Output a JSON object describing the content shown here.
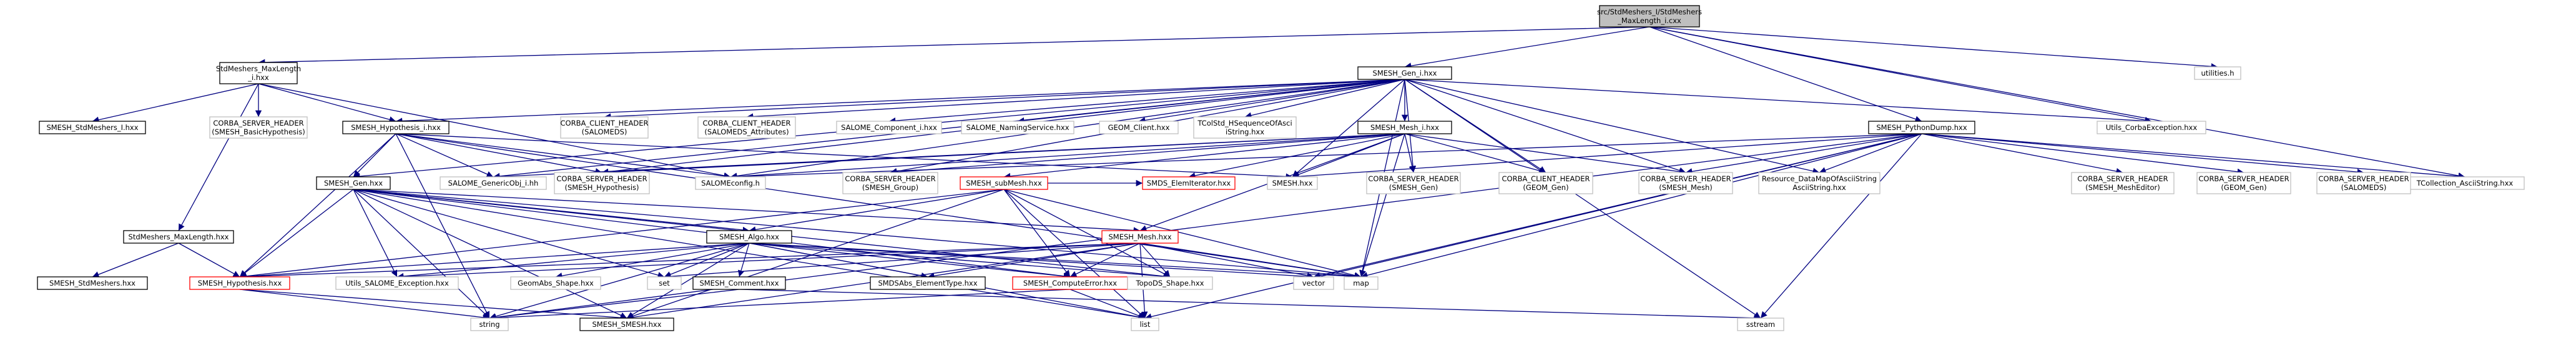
{
  "diagram": {
    "type": "include-dependency-graph",
    "root": "root",
    "nodes": [
      {
        "id": "root",
        "lines": [
          "src/StdMeshers_I/StdMeshers",
          "_MaxLength_i.cxx"
        ],
        "style": "root"
      },
      {
        "id": "maxlen_i_hxx",
        "lines": [
          "StdMeshers_MaxLength",
          "_i.hxx"
        ],
        "style": "normal"
      },
      {
        "id": "gen_i",
        "lines": [
          "SMESH_Gen_i.hxx"
        ],
        "style": "normal"
      },
      {
        "id": "utilities",
        "lines": [
          "utilities.h"
        ],
        "style": "plain"
      },
      {
        "id": "pydump",
        "lines": [
          "SMESH_PythonDump.hxx"
        ],
        "style": "normal"
      },
      {
        "id": "stdmeshers_i",
        "lines": [
          "SMESH_StdMeshers_I.hxx"
        ],
        "style": "normal"
      },
      {
        "id": "corba_basichyp",
        "lines": [
          "CORBA_SERVER_HEADER",
          "(SMESH_BasicHypothesis)"
        ],
        "style": "plain"
      },
      {
        "id": "hyp_i",
        "lines": [
          "SMESH_Hypothesis_i.hxx"
        ],
        "style": "normal"
      },
      {
        "id": "cc_salomeds",
        "lines": [
          "CORBA_CLIENT_HEADER",
          "(SALOMEDS)"
        ],
        "style": "plain"
      },
      {
        "id": "cc_salomeds_attr",
        "lines": [
          "CORBA_CLIENT_HEADER",
          "(SALOMEDS_Attributes)"
        ],
        "style": "plain"
      },
      {
        "id": "salome_comp_i",
        "lines": [
          "SALOME_Component_i.hxx"
        ],
        "style": "plain"
      },
      {
        "id": "salome_naming",
        "lines": [
          "SALOME_NamingService.hxx"
        ],
        "style": "plain"
      },
      {
        "id": "geom_client",
        "lines": [
          "GEOM_Client.hxx"
        ],
        "style": "plain"
      },
      {
        "id": "tcoll_hseq",
        "lines": [
          "TColStd_HSequenceOfAsci",
          "iString.hxx"
        ],
        "style": "plain"
      },
      {
        "id": "utils_corba",
        "lines": [
          "Utils_CorbaException.hxx"
        ],
        "style": "plain"
      },
      {
        "id": "mesh_i",
        "lines": [
          "SMESH_Mesh_i.hxx"
        ],
        "style": "normal"
      },
      {
        "id": "tcoll_asciistr",
        "lines": [
          "TCollection_AsciiString.hxx"
        ],
        "style": "plain"
      },
      {
        "id": "gen_hxx",
        "lines": [
          "SMESH_Gen.hxx"
        ],
        "style": "normal"
      },
      {
        "id": "generic_obj_i",
        "lines": [
          "SALOME_GenericObj_i.hh"
        ],
        "style": "plain"
      },
      {
        "id": "cs_hypothesis",
        "lines": [
          "CORBA_SERVER_HEADER",
          "(SMESH_Hypothesis)"
        ],
        "style": "plain"
      },
      {
        "id": "salomeconfig",
        "lines": [
          "SALOMEconfig.h"
        ],
        "style": "plain"
      },
      {
        "id": "cs_group",
        "lines": [
          "CORBA_SERVER_HEADER",
          "(SMESH_Group)"
        ],
        "style": "plain"
      },
      {
        "id": "submesh",
        "lines": [
          "SMESH_subMesh.hxx"
        ],
        "style": "red"
      },
      {
        "id": "smds_elemiter",
        "lines": [
          "SMDS_ElemIterator.hxx"
        ],
        "style": "red"
      },
      {
        "id": "smesh_hxx",
        "lines": [
          "SMESH.hxx"
        ],
        "style": "plain"
      },
      {
        "id": "cs_gen",
        "lines": [
          "CORBA_SERVER_HEADER",
          "(SMESH_Gen)"
        ],
        "style": "plain"
      },
      {
        "id": "cc_geom_gen",
        "lines": [
          "CORBA_CLIENT_HEADER",
          "(GEOM_Gen)"
        ],
        "style": "plain"
      },
      {
        "id": "cs_mesh",
        "lines": [
          "CORBA_SERVER_HEADER",
          "(SMESH_Mesh)"
        ],
        "style": "plain"
      },
      {
        "id": "resource_dm",
        "lines": [
          "Resource_DataMapOfAsciiString",
          "AsciiString.hxx"
        ],
        "style": "plain"
      },
      {
        "id": "cs_mesheditor",
        "lines": [
          "CORBA_SERVER_HEADER",
          "(SMESH_MeshEditor)"
        ],
        "style": "plain"
      },
      {
        "id": "cs_geom_gen",
        "lines": [
          "CORBA_SERVER_HEADER",
          "(GEOM_Gen)"
        ],
        "style": "plain"
      },
      {
        "id": "cs_salomeds",
        "lines": [
          "CORBA_SERVER_HEADER",
          "(SALOMEDS)"
        ],
        "style": "plain"
      },
      {
        "id": "stdm_maxlen",
        "lines": [
          "StdMeshers_MaxLength.hxx"
        ],
        "style": "normal"
      },
      {
        "id": "algo",
        "lines": [
          "SMESH_Algo.hxx"
        ],
        "style": "normal"
      },
      {
        "id": "mesh_hxx",
        "lines": [
          "SMESH_Mesh.hxx"
        ],
        "style": "red"
      },
      {
        "id": "smesh_stdmeshers",
        "lines": [
          "SMESH_StdMeshers.hxx"
        ],
        "style": "normal"
      },
      {
        "id": "hypothesis",
        "lines": [
          "SMESH_Hypothesis.hxx"
        ],
        "style": "red"
      },
      {
        "id": "utils_salome_exc",
        "lines": [
          "Utils_SALOME_Exception.hxx"
        ],
        "style": "plain"
      },
      {
        "id": "geomabs",
        "lines": [
          "GeomAbs_Shape.hxx"
        ],
        "style": "plain"
      },
      {
        "id": "set",
        "lines": [
          "set"
        ],
        "style": "plain"
      },
      {
        "id": "comment",
        "lines": [
          "SMESH_Comment.hxx"
        ],
        "style": "normal"
      },
      {
        "id": "smdsabs",
        "lines": [
          "SMDSAbs_ElementType.hxx"
        ],
        "style": "normal"
      },
      {
        "id": "computeerror",
        "lines": [
          "SMESH_ComputeError.hxx"
        ],
        "style": "red"
      },
      {
        "id": "topods",
        "lines": [
          "TopoDS_Shape.hxx"
        ],
        "style": "plain"
      },
      {
        "id": "vector",
        "lines": [
          "vector"
        ],
        "style": "plain"
      },
      {
        "id": "map",
        "lines": [
          "map"
        ],
        "style": "plain"
      },
      {
        "id": "string",
        "lines": [
          "string"
        ],
        "style": "plain"
      },
      {
        "id": "smesh_smesh",
        "lines": [
          "SMESH_SMESH.hxx"
        ],
        "style": "normal"
      },
      {
        "id": "list",
        "lines": [
          "list"
        ],
        "style": "plain"
      },
      {
        "id": "sstream",
        "lines": [
          "sstream"
        ],
        "style": "plain"
      }
    ],
    "edges": [
      [
        "root",
        "maxlen_i_hxx"
      ],
      [
        "root",
        "gen_i"
      ],
      [
        "root",
        "utilities"
      ],
      [
        "root",
        "pydump"
      ],
      [
        "root",
        "utils_corba"
      ],
      [
        "root",
        "tcoll_asciistr"
      ],
      [
        "maxlen_i_hxx",
        "stdmeshers_i"
      ],
      [
        "maxlen_i_hxx",
        "corba_basichyp"
      ],
      [
        "maxlen_i_hxx",
        "hyp_i"
      ],
      [
        "maxlen_i_hxx",
        "stdm_maxlen"
      ],
      [
        "maxlen_i_hxx",
        "salomeconfig"
      ],
      [
        "gen_i",
        "cc_salomeds"
      ],
      [
        "gen_i",
        "cc_salomeds_attr"
      ],
      [
        "gen_i",
        "salome_comp_i"
      ],
      [
        "gen_i",
        "salome_naming"
      ],
      [
        "gen_i",
        "geom_client"
      ],
      [
        "gen_i",
        "tcoll_hseq"
      ],
      [
        "gen_i",
        "utils_corba"
      ],
      [
        "gen_i",
        "mesh_i"
      ],
      [
        "gen_i",
        "hyp_i"
      ],
      [
        "gen_i",
        "gen_hxx"
      ],
      [
        "gen_i",
        "salomeconfig"
      ],
      [
        "gen_i",
        "cs_gen"
      ],
      [
        "gen_i",
        "cc_geom_gen"
      ],
      [
        "gen_i",
        "cs_mesh"
      ],
      [
        "gen_i",
        "resource_dm"
      ],
      [
        "gen_i",
        "smesh_hxx"
      ],
      [
        "gen_i",
        "cs_hypothesis"
      ],
      [
        "gen_i",
        "cs_group"
      ],
      [
        "gen_i",
        "map"
      ],
      [
        "gen_i",
        "sstream"
      ],
      [
        "gen_i",
        "generic_obj_i"
      ],
      [
        "pydump",
        "tcoll_asciistr"
      ],
      [
        "pydump",
        "smesh_hxx"
      ],
      [
        "pydump",
        "cs_mesh"
      ],
      [
        "pydump",
        "resource_dm"
      ],
      [
        "pydump",
        "cs_mesheditor"
      ],
      [
        "pydump",
        "cs_geom_gen"
      ],
      [
        "pydump",
        "cs_salomeds"
      ],
      [
        "pydump",
        "salomeconfig"
      ],
      [
        "pydump",
        "map"
      ],
      [
        "pydump",
        "vector"
      ],
      [
        "pydump",
        "list"
      ],
      [
        "pydump",
        "sstream"
      ],
      [
        "pydump",
        "string"
      ],
      [
        "hyp_i",
        "salomeconfig"
      ],
      [
        "hyp_i",
        "cs_hypothesis"
      ],
      [
        "hyp_i",
        "generic_obj_i"
      ],
      [
        "hyp_i",
        "gen_hxx"
      ],
      [
        "hyp_i",
        "hypothesis"
      ],
      [
        "hyp_i",
        "smesh_hxx"
      ],
      [
        "hyp_i",
        "string"
      ],
      [
        "hyp_i",
        "map"
      ],
      [
        "mesh_i",
        "salomeconfig"
      ],
      [
        "mesh_i",
        "cs_group"
      ],
      [
        "mesh_i",
        "cs_gen"
      ],
      [
        "mesh_i",
        "cc_geom_gen"
      ],
      [
        "mesh_i",
        "cs_mesh"
      ],
      [
        "mesh_i",
        "cs_hypothesis"
      ],
      [
        "mesh_i",
        "submesh"
      ],
      [
        "mesh_i",
        "smds_elemiter"
      ],
      [
        "mesh_i",
        "smesh_hxx"
      ],
      [
        "mesh_i",
        "mesh_hxx"
      ],
      [
        "mesh_i",
        "map"
      ],
      [
        "mesh_i",
        "generic_obj_i"
      ],
      [
        "gen_hxx",
        "algo"
      ],
      [
        "gen_hxx",
        "hypothesis"
      ],
      [
        "gen_hxx",
        "utils_salome_exc"
      ],
      [
        "gen_hxx",
        "mesh_hxx"
      ],
      [
        "gen_hxx",
        "computeerror"
      ],
      [
        "gen_hxx",
        "smesh_smesh"
      ],
      [
        "gen_hxx",
        "topods"
      ],
      [
        "gen_hxx",
        "map"
      ],
      [
        "gen_hxx",
        "list"
      ],
      [
        "gen_hxx",
        "string"
      ],
      [
        "gen_hxx",
        "set"
      ],
      [
        "submesh",
        "algo"
      ],
      [
        "submesh",
        "smesh_smesh"
      ],
      [
        "submesh",
        "computeerror"
      ],
      [
        "submesh",
        "topods"
      ],
      [
        "submesh",
        "hypothesis"
      ],
      [
        "submesh",
        "smds_elemiter"
      ],
      [
        "submesh",
        "list"
      ],
      [
        "submesh",
        "map"
      ],
      [
        "stdm_maxlen",
        "smesh_stdmeshers"
      ],
      [
        "stdm_maxlen",
        "hypothesis"
      ],
      [
        "algo",
        "hypothesis"
      ],
      [
        "algo",
        "smesh_smesh"
      ],
      [
        "algo",
        "utils_salome_exc"
      ],
      [
        "algo",
        "geomabs"
      ],
      [
        "algo",
        "set"
      ],
      [
        "algo",
        "comment"
      ],
      [
        "algo",
        "smdsabs"
      ],
      [
        "algo",
        "computeerror"
      ],
      [
        "algo",
        "topods"
      ],
      [
        "algo",
        "vector"
      ],
      [
        "algo",
        "map"
      ],
      [
        "algo",
        "string"
      ],
      [
        "algo",
        "list"
      ],
      [
        "mesh_hxx",
        "hypothesis"
      ],
      [
        "mesh_hxx",
        "smesh_smesh"
      ],
      [
        "mesh_hxx",
        "utils_salome_exc"
      ],
      [
        "mesh_hxx",
        "smdsabs"
      ],
      [
        "mesh_hxx",
        "computeerror"
      ],
      [
        "mesh_hxx",
        "topods"
      ],
      [
        "mesh_hxx",
        "set"
      ],
      [
        "mesh_hxx",
        "vector"
      ],
      [
        "mesh_hxx",
        "map"
      ],
      [
        "mesh_hxx",
        "list"
      ],
      [
        "comment",
        "string"
      ],
      [
        "comment",
        "sstream"
      ],
      [
        "computeerror",
        "string"
      ],
      [
        "computeerror",
        "list"
      ],
      [
        "hypothesis",
        "smesh_smesh"
      ],
      [
        "hypothesis",
        "string"
      ]
    ]
  }
}
